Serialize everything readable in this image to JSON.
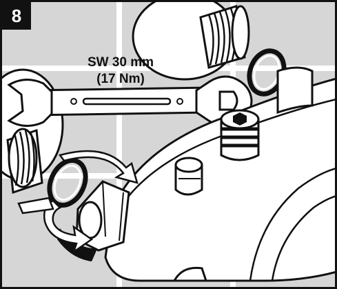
{
  "step": {
    "number": "8"
  },
  "wrench": {
    "size_label": "SW 30 mm",
    "torque_label": "(17 Nm)"
  },
  "colors": {
    "wall": "#d6d6d6",
    "tile_grout": "#ffffff",
    "outline": "#111111",
    "part": "#ffffff",
    "shadow": "#cfcfcf"
  },
  "icons": [
    "open-end-wrench-icon",
    "rotation-arrow-icon",
    "seal-ring-icon",
    "hex-socket-icon"
  ]
}
